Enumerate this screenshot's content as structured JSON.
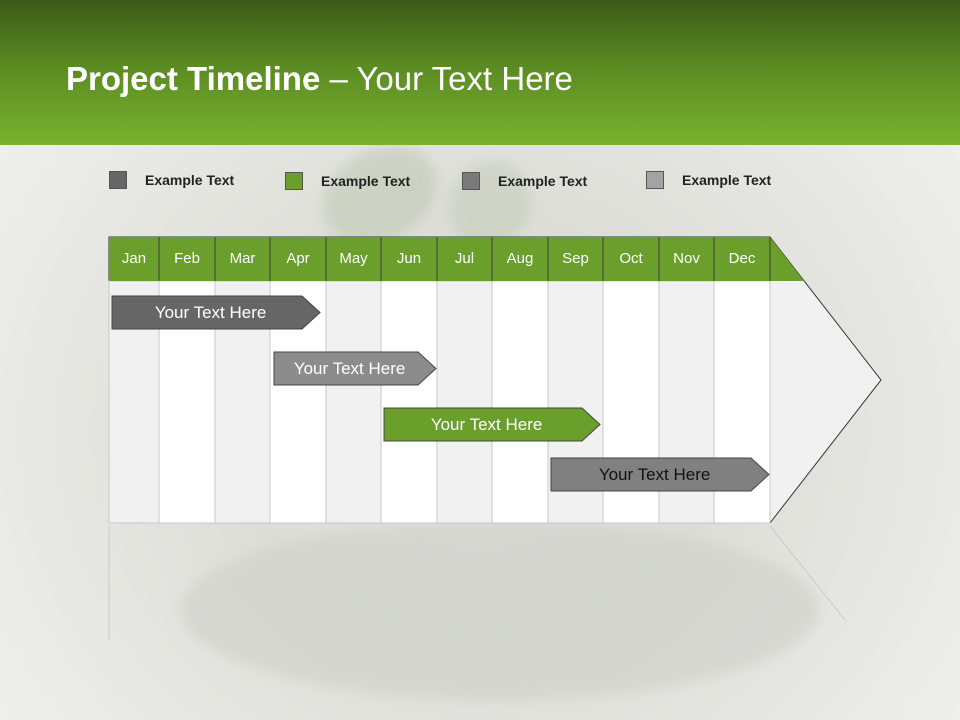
{
  "slide": {
    "title_bold": "Project Timeline",
    "title_rest": " – Your Text Here"
  },
  "legend": [
    {
      "label": "Example Text",
      "color": "#666666"
    },
    {
      "label": "Example Text",
      "color": "#6a9f2c"
    },
    {
      "label": "Example Text",
      "color": "#7a7a7a"
    },
    {
      "label": "Example Text",
      "color": "#a3a3a3"
    }
  ],
  "timeline": {
    "months": [
      "Jan",
      "Feb",
      "Mar",
      "Apr",
      "May",
      "Jun",
      "Jul",
      "Aug",
      "Sep",
      "Oct",
      "Nov",
      "Dec"
    ],
    "header_color": "#6a9f2c",
    "tasks": [
      {
        "label": "Your  Text Here",
        "color": "#666666",
        "text_color": "#ffffff"
      },
      {
        "label": "Your  Text Here",
        "color": "#8c8c8c",
        "text_color": "#ffffff"
      },
      {
        "label": "Your  Text Here",
        "color": "#6a9f2c",
        "text_color": "#ffffff"
      },
      {
        "label": "Your  Text Here",
        "color": "#808080",
        "text_color": "#111111"
      }
    ]
  }
}
